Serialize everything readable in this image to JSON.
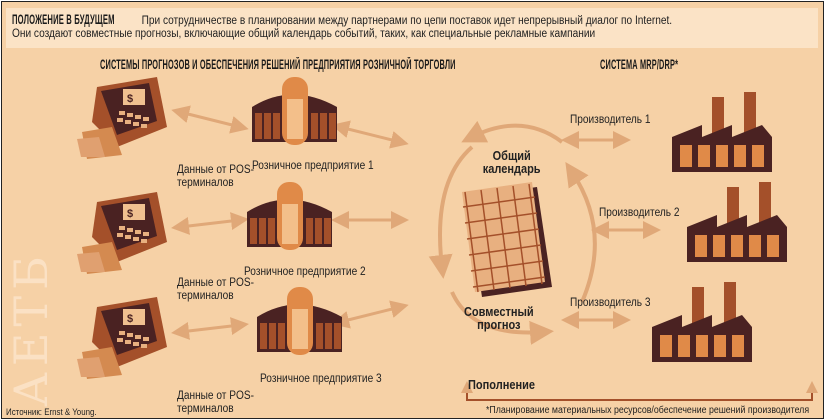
{
  "header": {
    "title": "ПОЛОЖЕНИЕ В БУДУЩЕМ",
    "line1": "При сотрудничестве в планировании между партнерами по цепи поставок идет непрерывный диалог по Internet.",
    "line2": "Они создают совместные прогнозы, включающие общий календарь событий, таких, как специальные рекламные кампании"
  },
  "sections": {
    "retail": "СИСТЕМЫ ПРОГНОЗОВ И ОБЕСПЕЧЕНИЯ РЕШЕНИЙ ПРЕДПРИЯТИЯ РОЗНИЧНОЙ ТОРГОВЛИ",
    "mrp": "СИСТЕМА MRP/DRP*"
  },
  "pos": [
    {
      "line1": "Данные от POS-",
      "line2": "терминалов"
    },
    {
      "line1": "Данные от POS-",
      "line2": "терминалов"
    },
    {
      "line1": "Данные от POS-",
      "line2": "терминалов"
    }
  ],
  "retailers": [
    "Розничное предприятие 1",
    "Розничное предприятие 2",
    "Розничное предприятие 3"
  ],
  "producers": [
    "Производитель 1",
    "Производитель 2",
    "Производитель 3"
  ],
  "cycle": {
    "top1": "Общий",
    "top2": "календарь",
    "bottom1": "Совместный",
    "bottom2": "прогноз"
  },
  "replenishment": "Пополнение",
  "watermark": "АЕТБ",
  "source": "Источник: Ernst & Young.",
  "footnote": "*Планирование материальных ресурсов/обеспечение решений производителя",
  "colors": {
    "bg": "#f6d1a6",
    "header": "#fbe3c6",
    "arrow": "#e0a878",
    "dark": "#4a2222",
    "brown": "#a4502a",
    "orange": "#e08a48"
  }
}
